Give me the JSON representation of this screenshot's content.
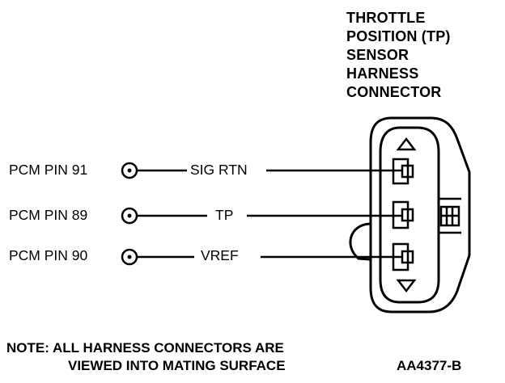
{
  "title_lines": [
    "THROTTLE",
    "POSITION (TP)",
    "SENSOR",
    "HARNESS",
    "CONNECTOR"
  ],
  "pins": [
    {
      "pcm_label": "PCM PIN 91",
      "signal": "SIG RTN"
    },
    {
      "pcm_label": "PCM PIN 89",
      "signal": "TP"
    },
    {
      "pcm_label": "PCM PIN 90",
      "signal": "VREF"
    }
  ],
  "note": {
    "line1": "NOTE: ALL HARNESS CONNECTORS ARE",
    "line2": "VIEWED INTO MATING SURFACE"
  },
  "figure_code": "AA4377-B"
}
